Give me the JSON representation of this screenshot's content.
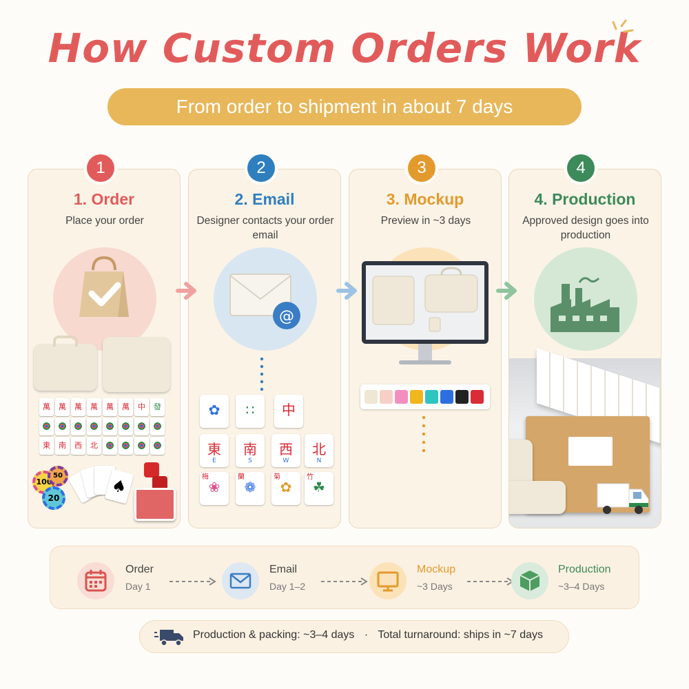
{
  "title": "How Custom Orders Work",
  "subtitle": "From order to shipment in about 7 days",
  "steps": [
    {
      "number": "1",
      "title": "1. Order",
      "desc": "Place your order",
      "color": "#e25b5b"
    },
    {
      "number": "2",
      "title": "2. Email",
      "desc": "Designer contacts your order email",
      "color": "#2f7fbf"
    },
    {
      "number": "3",
      "title": "3. Mockup",
      "desc": "Preview in ~3 days",
      "color": "#e39a2d"
    },
    {
      "number": "4",
      "title": "4. Production",
      "desc": "Approved design goes into production",
      "color": "#3d8a5a"
    }
  ],
  "timeline": [
    {
      "label": "Order",
      "sub": "Day 1",
      "icon": "calendar-icon"
    },
    {
      "label": "Email",
      "sub": "Day 1–2",
      "icon": "envelope-icon"
    },
    {
      "label": "Mockup",
      "sub": "~3 Days",
      "icon": "monitor-icon"
    },
    {
      "label": "Production",
      "sub": "~3–4 Days",
      "icon": "box-icon"
    }
  ],
  "footer": {
    "production": "Production & packing: ~3–4 days",
    "separator": "·",
    "total": "Total turnaround: ships in ~7 days"
  },
  "tiles": {
    "winds": [
      "東",
      "南",
      "西",
      "北"
    ],
    "wind_letters": [
      "E",
      "S",
      "W",
      "N"
    ],
    "red_dragon": "中",
    "flowers": [
      "梅",
      "蘭",
      "菊",
      "竹"
    ],
    "order_tiles": [
      "萬",
      "東",
      "南",
      "西",
      "北",
      "中",
      "發"
    ],
    "chips": [
      "100",
      "20",
      "50"
    ]
  },
  "colors": {
    "title": "#e25b5b",
    "pill": "#e8b75a",
    "swatches": [
      "#efe6d4",
      "#f6d0c6",
      "#f28fbf",
      "#f2b61d",
      "#2ec4c0",
      "#2d6fe0",
      "#222222",
      "#d92c36"
    ]
  },
  "icons": [
    "shopping-bag-icon",
    "checkmark-icon",
    "envelope-icon",
    "at-sign-icon",
    "monitor-icon",
    "factory-icon",
    "truck-icon",
    "cube-icon"
  ]
}
